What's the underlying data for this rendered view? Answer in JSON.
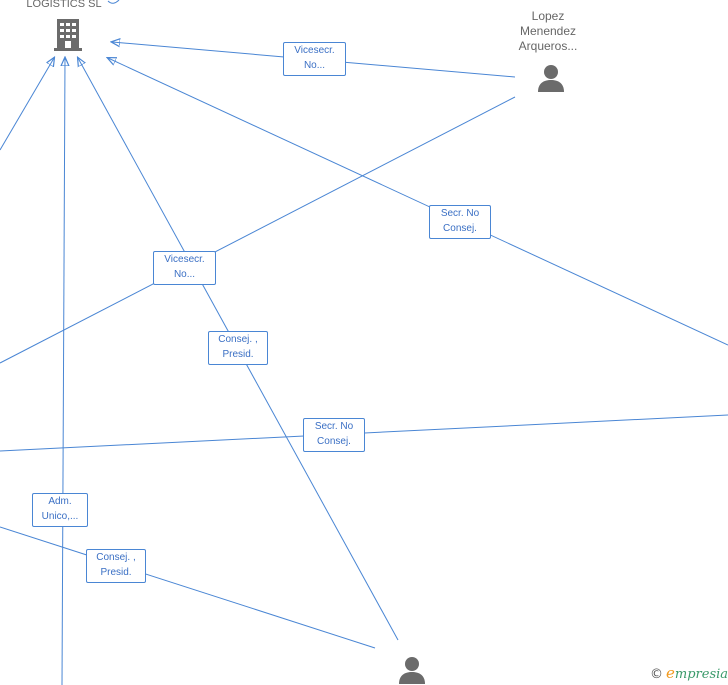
{
  "nodes": {
    "company": {
      "label": "LOGISTICS  SL",
      "icon": "building-icon"
    },
    "person_top_right": {
      "label": "Lopez\nMenendez\nArqueros...",
      "icon": "person-icon"
    },
    "person_bottom": {
      "label": "",
      "icon": "person-icon"
    }
  },
  "edge_labels": [
    "Vicesecr.\nNo...",
    "Secr.  No\nConsej.",
    "Vicesecr.\nNo...",
    "Consej. ,\nPresid.",
    "Secr.  No\nConsej.",
    "Adm.\nUnico,...",
    "Consej. ,\nPresid."
  ],
  "brand": {
    "copyright": "©",
    "e": "e",
    "name": "mpresia"
  },
  "colors": {
    "edge": "#4a86d4",
    "icon": "#6b6b6b",
    "label_text": "#3a6fc4"
  }
}
